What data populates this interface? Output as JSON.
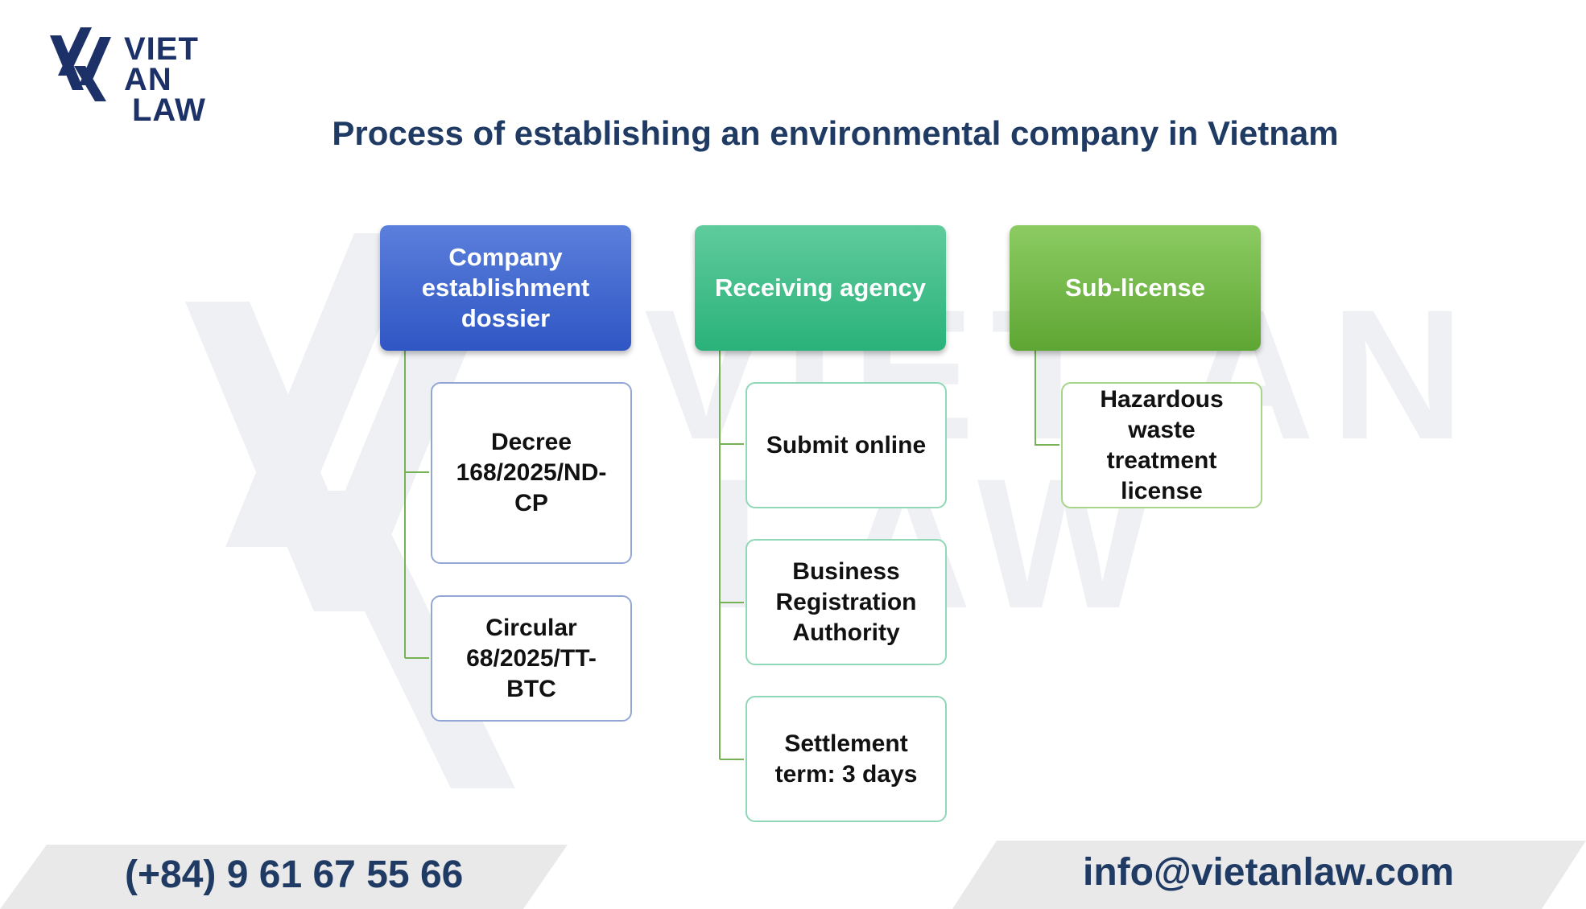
{
  "logo": {
    "line1": "VIET AN",
    "line2": "LAW",
    "brand_color": "#1c3168"
  },
  "title": "Process of establishing an environmental company in Vietnam",
  "diagram": {
    "columns": [
      {
        "header": "Company establishment dossier",
        "color": "#3a62cc",
        "items": [
          "Decree 168/2025/ND-CP",
          "Circular 68/2025/TT-BTC"
        ]
      },
      {
        "header": "Receiving agency",
        "color": "#3cbc87",
        "items": [
          "Submit online",
          "Business Registration Authority",
          "Settlement term: 3 days"
        ]
      },
      {
        "header": "Sub-license",
        "color": "#6db33f",
        "items": [
          "Hazardous waste treatment license"
        ]
      }
    ]
  },
  "footer": {
    "phone": "(+84) 9 61 67 55 66",
    "email": "info@vietanlaw.com"
  }
}
